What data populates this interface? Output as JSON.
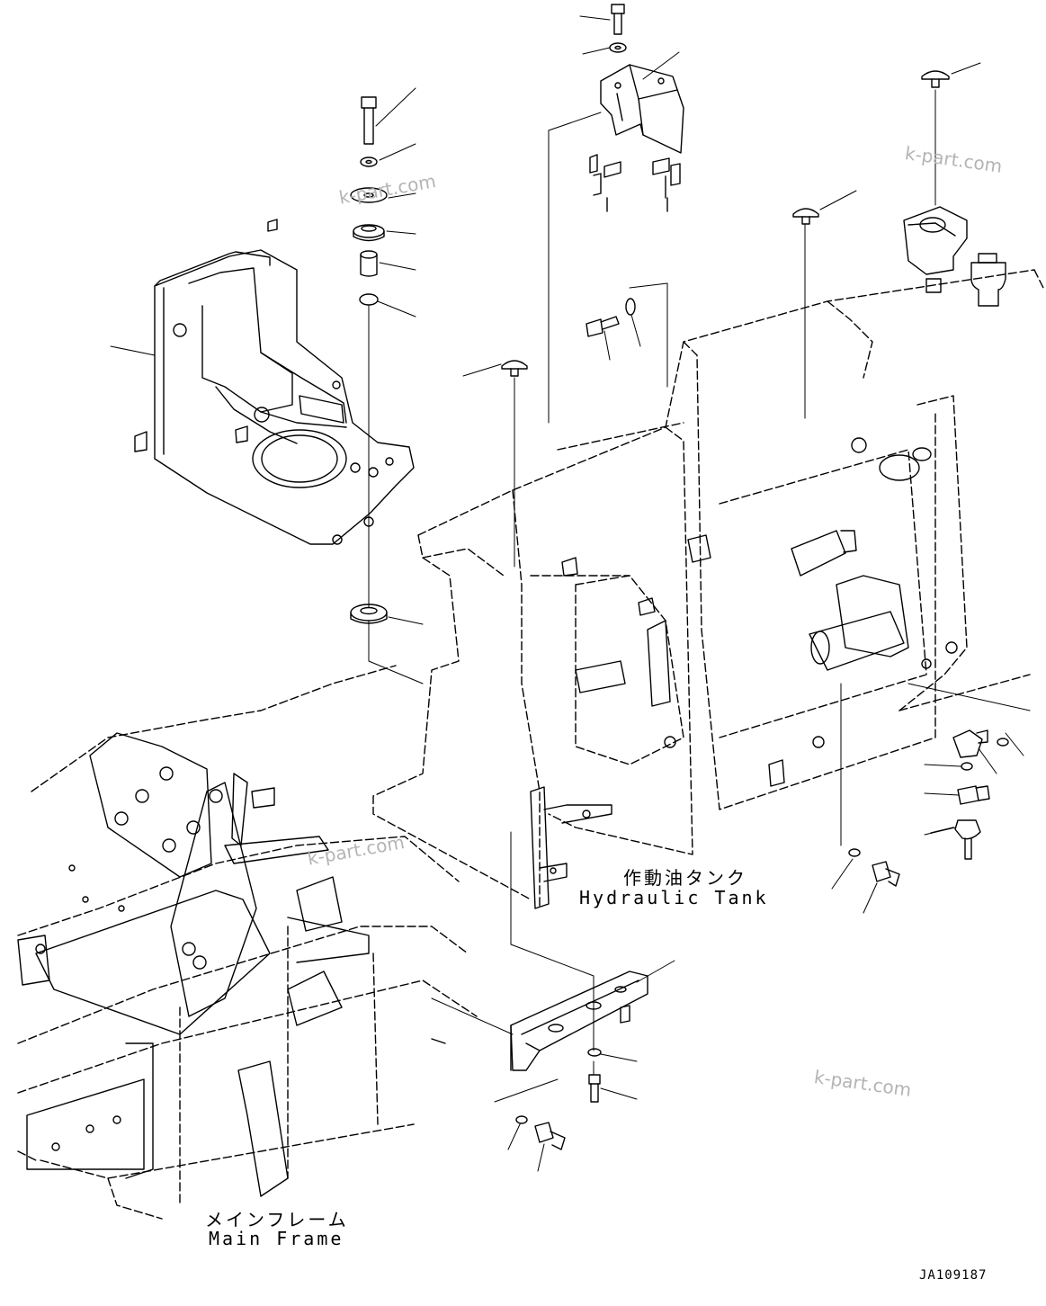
{
  "labels": {
    "hydraulic_tank_jp": "作動油タンク",
    "hydraulic_tank_en": "Hydraulic Tank",
    "main_frame_jp": "メインフレーム",
    "main_frame_en": "Main Frame"
  },
  "watermark": "k-part.com",
  "drawing_number": "JA109187",
  "colors": {
    "line": "#000000",
    "watermark": "#b4b4b4",
    "background": "#ffffff"
  }
}
